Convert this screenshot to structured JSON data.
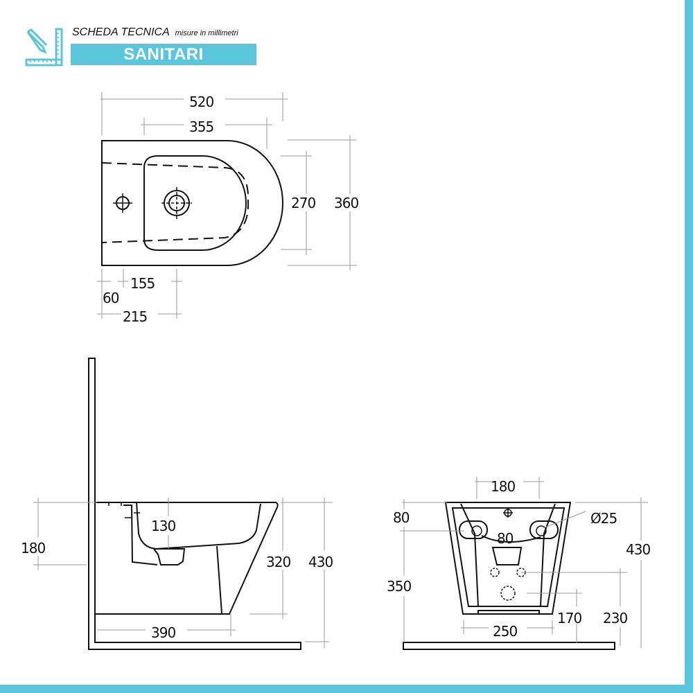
{
  "header": {
    "title": "SCHEDA TECNICA",
    "subtitle": "misure in millimetri",
    "banner": "SANITARI",
    "icon": "ruler-pencil-icon",
    "accent_color": "#5bc5dc"
  },
  "top_view": {
    "dims": {
      "overall_length": "520",
      "bowl_length": "355",
      "bowl_width": "270",
      "overall_width": "360",
      "tap_hole_to_bowl": "155",
      "wall_to_tap_hole": "60",
      "wall_to_drain": "215"
    }
  },
  "side_view": {
    "dims": {
      "fixing_height": "180",
      "bowl_depth": "130",
      "body_height": "320",
      "total_height": "430",
      "projection": "390"
    }
  },
  "rear_view": {
    "dims": {
      "fixing_spacing": "180",
      "fixing_from_top": "80",
      "fixing_hole_diameter": "Ø25",
      "center_to_fixing": "80",
      "height": "430",
      "fixing_height_floor": "350",
      "drain_height": "170",
      "supply_height": "230",
      "base_width": "250"
    }
  }
}
